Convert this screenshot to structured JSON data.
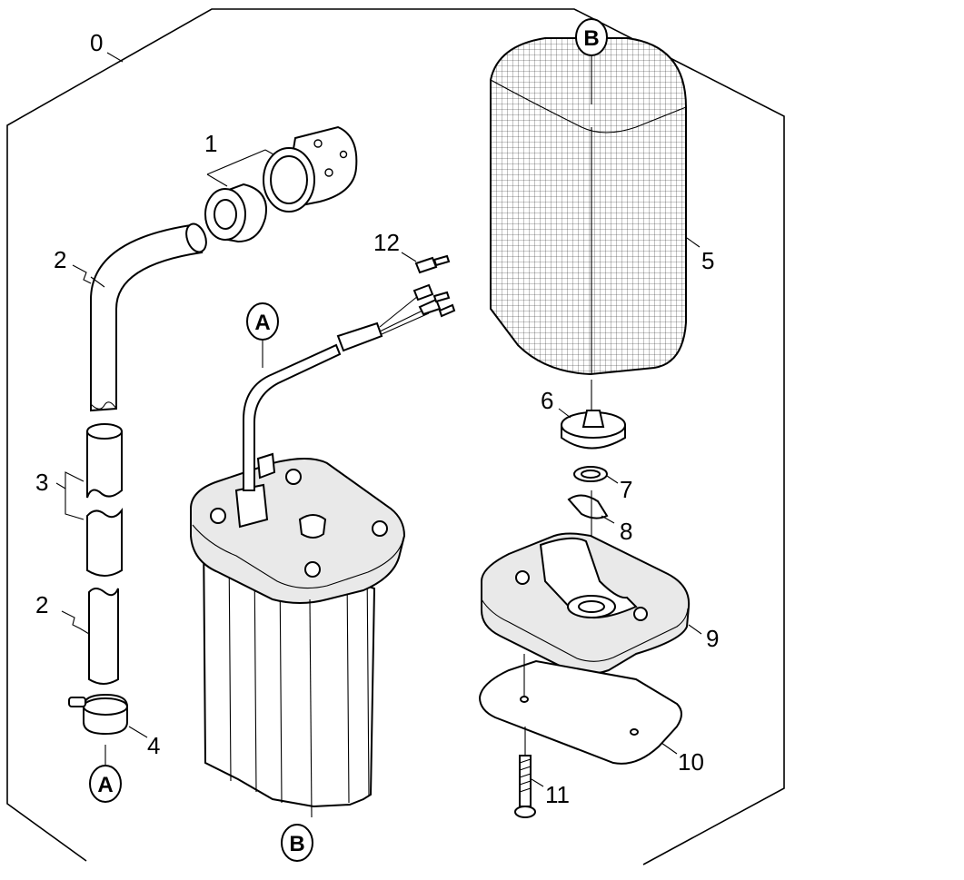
{
  "labels": {
    "assembly": "0",
    "p1": "1",
    "p2_top": "2",
    "p2_bottom": "2",
    "p3": "3",
    "p4": "4",
    "p5": "5",
    "p6": "6",
    "p7": "7",
    "p8": "8",
    "p9": "9",
    "p10": "10",
    "p11": "11",
    "p12": "12"
  },
  "refs": {
    "a_cable": "A",
    "a_clamp": "A",
    "b_filter": "B",
    "b_housing": "B"
  }
}
